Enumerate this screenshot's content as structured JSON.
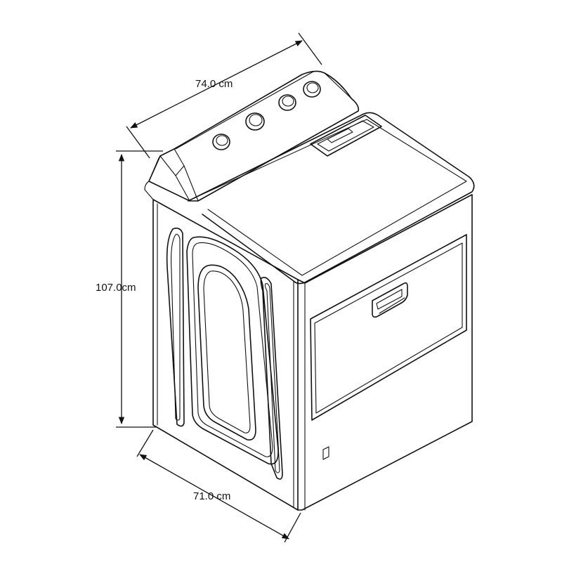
{
  "dimensions": {
    "width_label": "74.0 cm",
    "height_label": "107.0cm",
    "depth_label": "71.0 cm"
  },
  "appliance": {
    "control_knob_count": 4
  }
}
